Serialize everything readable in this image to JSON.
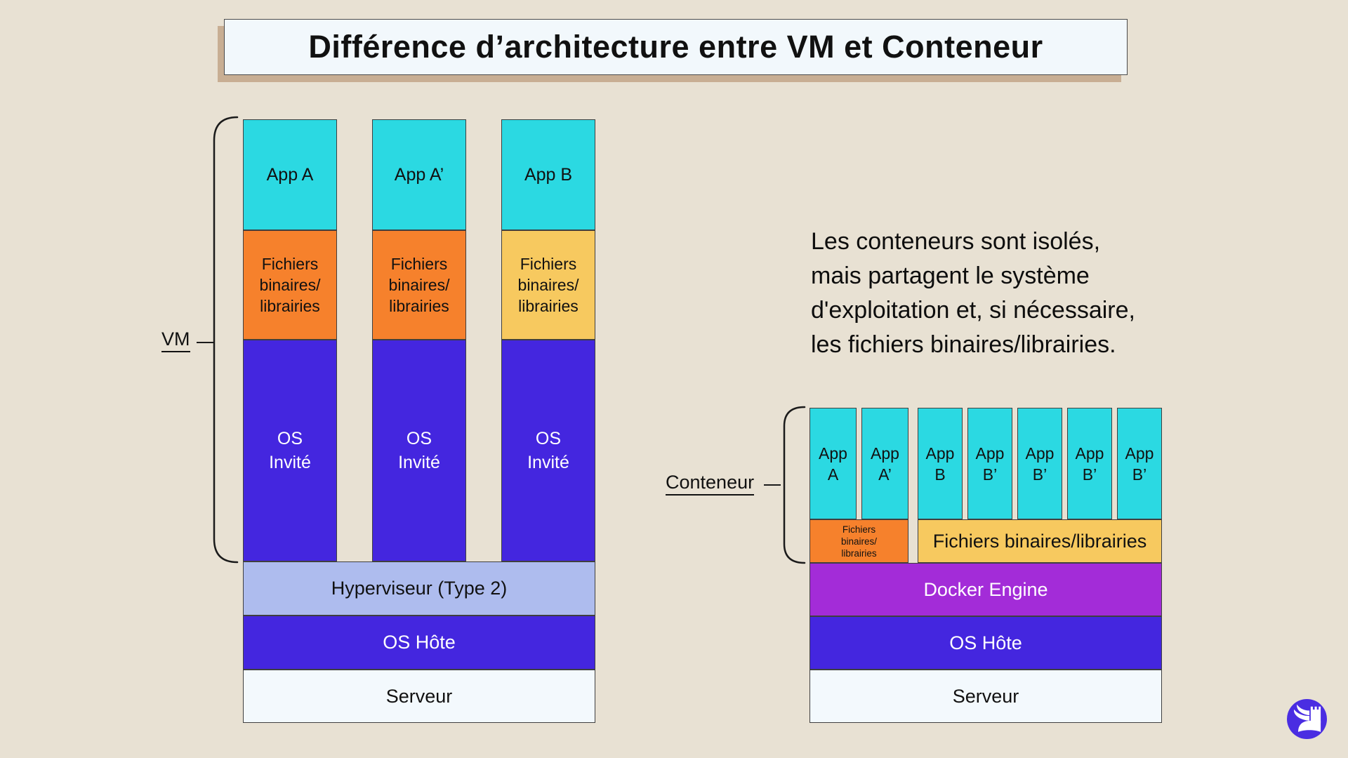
{
  "colors": {
    "bg": "#e8e1d3",
    "cyan": "#2bd9e2",
    "orange": "#f6812c",
    "yellow": "#f7c95f",
    "indigo": "#4426df",
    "periwinkle": "#aebcee",
    "purple": "#a32cd8",
    "paper": "#f3f9fd",
    "title-bg": "#f2f8fc",
    "title-shadow": "#c8ae93",
    "line": "#1b1b1b",
    "border": "#3f3f3f",
    "logo-bg": "#4a2de2"
  },
  "title": "Différence d’architecture entre VM et Conteneur",
  "vm": {
    "label": "VM",
    "columns": [
      {
        "app": "App A",
        "files": "Fichiers\nbinaires/\nlibrairies",
        "os": "OS\nInvité"
      },
      {
        "app": "App A’",
        "files": "Fichiers\nbinaires/\nlibrairies",
        "os": "OS\nInvité"
      },
      {
        "app": "App B",
        "files": "Fichiers\nbinaires/\nlibrairies",
        "os": "OS\nInvité"
      }
    ],
    "hypervisor": "Hyperviseur (Type 2)",
    "host_os": "OS Hôte",
    "server": "Serveur"
  },
  "containers": {
    "label": "Conteneur",
    "note": "Les conteneurs sont isolés,\nmais partagent le système\nd'exploitation et, si nécessaire,\nles fichiers binaires/librairies.",
    "apps": [
      "App\nA",
      "App\nA’",
      "App\nB",
      "App\nB’",
      "App\nB’",
      "App\nB’",
      "App\nB’"
    ],
    "files_small": "Fichiers\nbinaires/\nlibrairies",
    "files_wide": "Fichiers binaires/librairies",
    "docker": "Docker Engine",
    "host_os": "OS Hôte",
    "server": "Serveur"
  }
}
